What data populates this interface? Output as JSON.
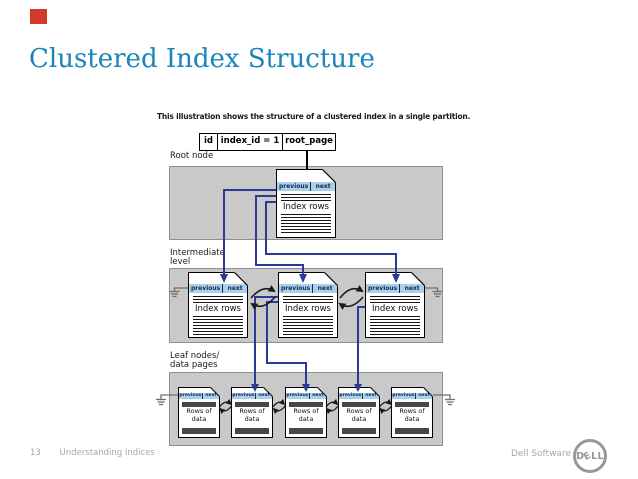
{
  "slide": {
    "title": "Clustered Index Structure"
  },
  "diagram": {
    "caption": "This illustration shows the structure of a clustered index in a single partition.",
    "header_table": {
      "cells": [
        "id",
        "index_id = 1",
        "root_page"
      ]
    },
    "sections": {
      "root": {
        "label": "Root node"
      },
      "intermediate": {
        "label_line1": "Intermediate",
        "label_line2": "level"
      },
      "leaf": {
        "label_line1": "Leaf nodes/",
        "label_line2": "data pages"
      }
    },
    "page_header": {
      "previous": "previous",
      "next": "next"
    },
    "index_page_label": "Index rows",
    "leaf_page": {
      "line1": "Rows of",
      "line2": "data"
    },
    "colors": {
      "band_fill": "#a9d2e8",
      "band_text": "#13265e",
      "connector_blue": "#2b3a97",
      "box_fill": "#c9c9c9",
      "box_border": "#8f8f8f",
      "accent_red": "#cf3a2a",
      "title_blue": "#1a84bb"
    }
  },
  "footer": {
    "page_number": "13",
    "deck_title": "Understanding Indices",
    "brand": "Dell Software",
    "logo_letters": [
      "D",
      "E",
      "L",
      "L"
    ]
  }
}
